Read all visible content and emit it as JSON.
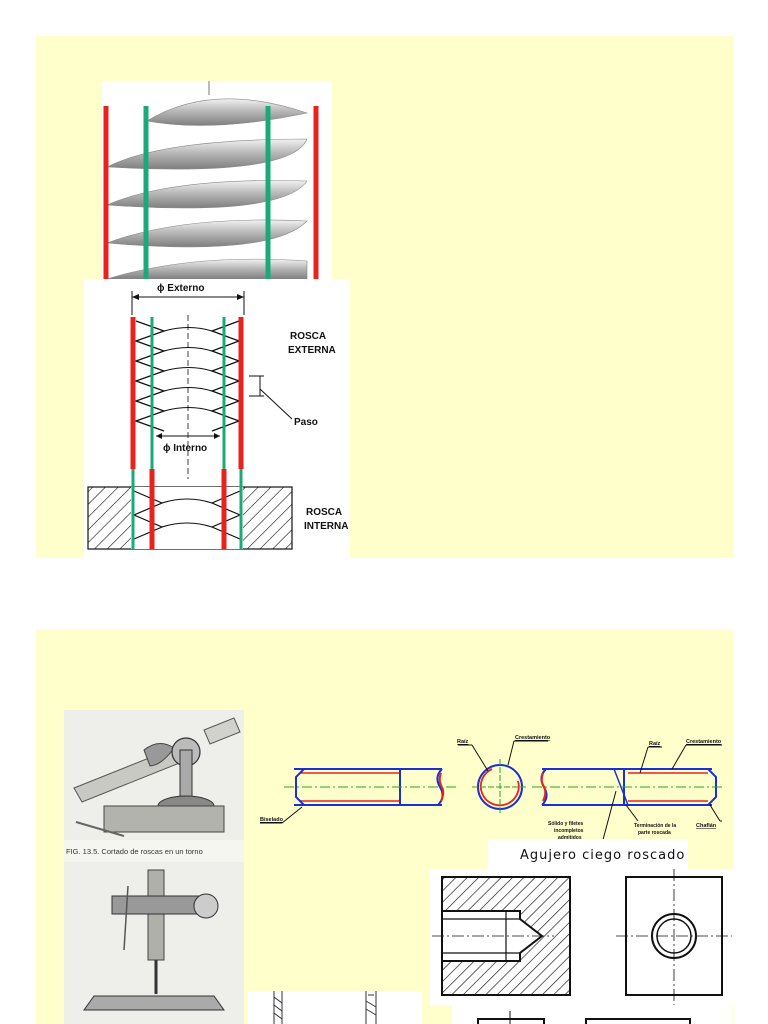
{
  "slide1": {
    "label_diam_externo": "ϕ Externo",
    "label_diam_interno": "ϕ Interno",
    "label_paso": "Paso",
    "label_rosca_externa_1": "ROSCA",
    "label_rosca_externa_2": "EXTERNA",
    "label_rosca_interna_1": "ROSCA",
    "label_rosca_interna_2": "INTERNA"
  },
  "slide2": {
    "photo_caption": "FIG. 13.5. Cortado de roscas en un torno",
    "drawing_labels": {
      "biselado": "Biselado",
      "raiz_1": "Raíz",
      "crestamiento_1": "Crestamiento",
      "raiz_2": "Raíz",
      "crestamiento_2": "Crestamiento",
      "chaflan": "Chaflán",
      "solido_1": "Sólido y filetes",
      "solido_2": "incompletos",
      "solido_3": "admitidos",
      "terminacion_1": "Terminación de la",
      "terminacion_2": "parte roscada"
    },
    "blind_hole_title": "Agujero ciego roscado"
  },
  "colors": {
    "slide_bg": "#ffffcc",
    "major_diameter": "#e8231e",
    "minor_diameter": "#1aa97a",
    "outline_blue": "#1a2fd6",
    "centerline_green": "#22aa22"
  }
}
